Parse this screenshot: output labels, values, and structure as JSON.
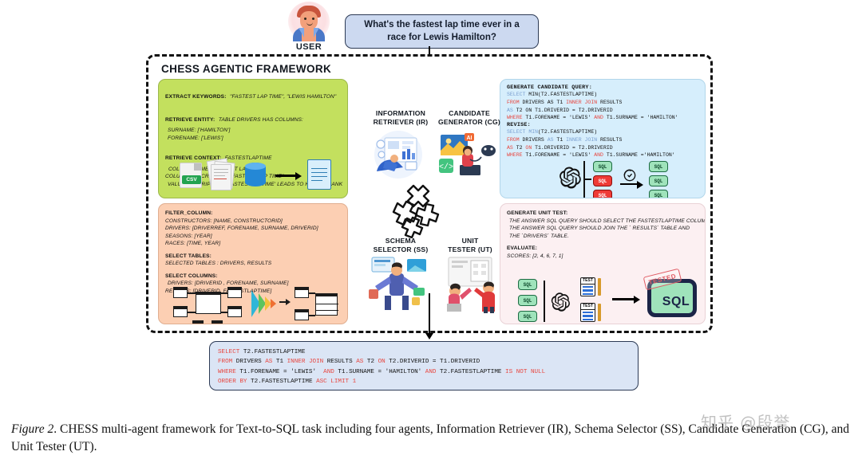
{
  "user": {
    "label": "USER",
    "avatar_icon": "user-avatar-icon",
    "question": "What's the fastest lap time ever in a race for Lewis Hamilton?"
  },
  "framework": {
    "title": "CHESS AGENTIC FRAMEWORK"
  },
  "agents": {
    "ir": {
      "line1": "INFORMATION",
      "line2": "RETRIEVER (IR)",
      "icon": "information-retriever-icon"
    },
    "cg": {
      "line1": "CANDIDATE",
      "line2": "GENERATOR (CG)",
      "icon": "candidate-generator-icon"
    },
    "ss": {
      "line1": "SCHEMA",
      "line2": "SELECTOR (SS)",
      "icon": "schema-selector-icon"
    },
    "ut": {
      "line1": "UNIT",
      "line2": "TESTER (UT)",
      "icon": "unit-tester-icon"
    },
    "gears_icon": "gears-puzzle-icon"
  },
  "panel_ir": {
    "color": "#c3e05e",
    "extract_keywords_label": "EXTRACT KEYWORDS:",
    "extract_keywords_value": "\"FASTEST LAP TIME\", \"LEWIS HAMILTON\"",
    "retrieve_entity_label": "RETRIEVE ENTITY:",
    "retrieve_entity_value": "TABLE DRIVERS HAS COLUMNS:",
    "entity_line_1": "SURNAME: ['HAMILTON']",
    "entity_line_2": "FORENAME: ['LEWIS']",
    "retrieve_context_label": "RETRIEVE CONTEXT:",
    "retrieve_context_value": "FASTESTLAPTIME",
    "context_line_1": "COLUMN NAME: \"FASTEST LAP TIME\"",
    "context_line_2": "COLUMN DESCRIPTION: \"FASTEST LAP TIME\"",
    "context_line_3": "VALUE DESCRIPTION: 'FASTESTLAPTIME' LEADS TO HIGHER RANK",
    "icons": [
      "csv-file-icon",
      "documents-stack-icon",
      "database-icon",
      "arrow-right-icon",
      "document-output-icon"
    ]
  },
  "panel_ss": {
    "color": "#fccfb3",
    "filter_column_label": "FILTER_COLUMN:",
    "filter_lines": [
      "CONSTRUCTORS: [NAME, CONSTRUCTORID]",
      "DRIVERS: [DRIVERREF, FORENAME, SURNAME, DRIVERID]",
      "SEASONS: [YEAR]",
      "RACES: [TIME, YEAR]"
    ],
    "select_tables_label": "SELECT TABLES:",
    "select_tables_value": "SELECTED TABLES : DRIVERS, RESULTS",
    "select_columns_label": "SELECT COLUMNS:",
    "select_columns_lines": [
      "DRIVERS: [DRIVERID , FORENAME, SURNAME]",
      "RESULTS: [DRIVERID, FASTESTLAPTIME]"
    ],
    "icons": [
      "tables-network-icon",
      "funnel-icon",
      "filtered-tables-icon"
    ]
  },
  "panel_cg": {
    "color": "#d6eefc",
    "generate_label": "GENERATE CANDIDATE QUERY:",
    "generate_sql": [
      "SELECT MIN(T2.FASTESTLAPTIME)",
      "FROM DRIVERS AS T1 INNER JOIN RESULTS",
      "AS T2 ON T1.DRIVERID = T2.DRIVERID",
      "WHERE T1.FORENAME = 'LEWIS' AND T1.SURNAME = 'HAMILTON'"
    ],
    "revise_label": "REVISE:",
    "revise_sql": [
      "SELECT MIN(T2.FASTESTLAPTIME)",
      "FROM DRIVERS AS T1 INNER JOIN RESULTS",
      "AS T2 ON T1.DRIVERID = T2.DRIVERID",
      "WHERE T1.FORENAME = 'LEWIS' AND T1.SURNAME ='HAMILTON'"
    ],
    "sql_chip": "SQL",
    "icons": [
      "openai-logo-icon",
      "refresh-check-icon",
      "arrow-right-icon"
    ]
  },
  "panel_ut": {
    "color": "#fcf0f2",
    "generate_unit_test_label": "GENERATE UNIT TEST:",
    "unit_test_lines": [
      "THE ANSWER SQL QUERY SHOULD SELECT THE FASTESTLAPTIME  COLUMN,",
      "THE ANSWER SQL QUERY SHOULD JOIN THE ` RESULTS` TABLE AND",
      "THE `DRIVERS` TABLE."
    ],
    "evaluate_label": "EVALUATE:",
    "evaluate_value": "SCORES: [2, 4, 6, 7, 1]",
    "sql_chip": "SQL",
    "test_chip": "TEST",
    "tested_stamp": "TESTED",
    "final_sql_chip": "SQL",
    "icons": [
      "openai-logo-icon",
      "test-checklist-icon",
      "pencil-icon",
      "arrow-right-icon",
      "tested-sql-icon"
    ]
  },
  "final_sql": {
    "lines": [
      [
        [
          "SELECT",
          "kw"
        ],
        [
          " T2.FASTESTLAPTIME",
          "plain"
        ]
      ],
      [
        [
          "FROM",
          "kw"
        ],
        [
          " DRIVERS ",
          "plain"
        ],
        [
          "AS",
          "kw"
        ],
        [
          " T1 ",
          "plain"
        ],
        [
          "INNER JOIN",
          "kw"
        ],
        [
          " RESULTS ",
          "plain"
        ],
        [
          "AS",
          "kw"
        ],
        [
          " T2 ",
          "plain"
        ],
        [
          "ON",
          "kw"
        ],
        [
          " T2.DRIVERID = T1.DRIVERID",
          "plain"
        ]
      ],
      [
        [
          "WHERE",
          "kw"
        ],
        [
          " T1.FORENAME = 'LEWIS'  ",
          "plain"
        ],
        [
          "AND",
          "kw"
        ],
        [
          " T1.SURNAME = 'HAMILTON' ",
          "plain"
        ],
        [
          "AND",
          "kw"
        ],
        [
          " T2.FASTESTLAPTIME ",
          "plain"
        ],
        [
          "IS NOT NULL",
          "kw"
        ]
      ],
      [
        [
          "ORDER BY",
          "kw"
        ],
        [
          " T2.FASTESTLAPTIME ",
          "plain"
        ],
        [
          "ASC LIMIT 1",
          "kw"
        ]
      ]
    ]
  },
  "caption": {
    "figure_label": "Figure 2",
    "text": ". CHESS multi-agent framework for Text-to-SQL task including four agents, Information Retriever (IR), Schema Selector (SS), Candidate Generation (CG), and Unit Tester (UT)."
  },
  "watermark": {
    "text": "知乎 @段誉"
  },
  "colors": {
    "ir_green": "#c3e05e",
    "ss_orange": "#fccfb3",
    "cg_blue": "#d6eefc",
    "ut_pink": "#fcf0f2",
    "bubble_blue": "#ccd9f0",
    "final_sql_blue": "#dbe5f5",
    "sql_keyword_red": "#e8463f"
  }
}
